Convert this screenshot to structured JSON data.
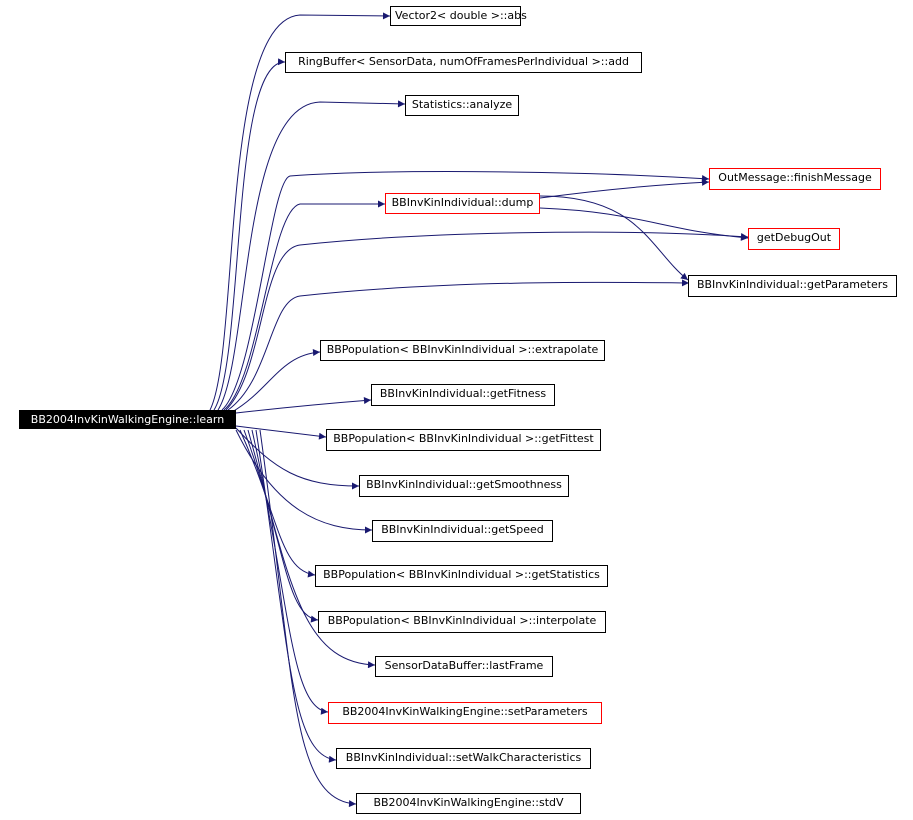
{
  "root": {
    "label": "BB2004InvKinWalkingEngine::learn"
  },
  "edge_color": "#191970",
  "nodes": [
    {
      "id": "abs",
      "label": "Vector2< double >::abs",
      "link_color": "black"
    },
    {
      "id": "add",
      "label": "RingBuffer< SensorData, numOfFramesPerIndividual >::add",
      "link_color": "black"
    },
    {
      "id": "analyze",
      "label": "Statistics::analyze",
      "link_color": "black"
    },
    {
      "id": "finishMessage",
      "label": "OutMessage::finishMessage",
      "link_color": "red"
    },
    {
      "id": "dump",
      "label": "BBInvKinIndividual::dump",
      "link_color": "red"
    },
    {
      "id": "getDebugOut",
      "label": "getDebugOut",
      "link_color": "red"
    },
    {
      "id": "getParameters",
      "label": "BBInvKinIndividual::getParameters",
      "link_color": "black"
    },
    {
      "id": "extrapolate",
      "label": "BBPopulation< BBInvKinIndividual >::extrapolate",
      "link_color": "black"
    },
    {
      "id": "getFitness",
      "label": "BBInvKinIndividual::getFitness",
      "link_color": "black"
    },
    {
      "id": "getFittest",
      "label": "BBPopulation< BBInvKinIndividual >::getFittest",
      "link_color": "black"
    },
    {
      "id": "getSmoothness",
      "label": "BBInvKinIndividual::getSmoothness",
      "link_color": "black"
    },
    {
      "id": "getSpeed",
      "label": "BBInvKinIndividual::getSpeed",
      "link_color": "black"
    },
    {
      "id": "getStatistics",
      "label": "BBPopulation< BBInvKinIndividual >::getStatistics",
      "link_color": "black"
    },
    {
      "id": "interpolate",
      "label": "BBPopulation< BBInvKinIndividual >::interpolate",
      "link_color": "black"
    },
    {
      "id": "lastFrame",
      "label": "SensorDataBuffer::lastFrame",
      "link_color": "black"
    },
    {
      "id": "setParameters",
      "label": "BB2004InvKinWalkingEngine::setParameters",
      "link_color": "red"
    },
    {
      "id": "setWalkCharacteristics",
      "label": "BBInvKinIndividual::setWalkCharacteristics",
      "link_color": "black"
    },
    {
      "id": "stdV",
      "label": "BB2004InvKinWalkingEngine::stdV",
      "link_color": "black"
    }
  ]
}
